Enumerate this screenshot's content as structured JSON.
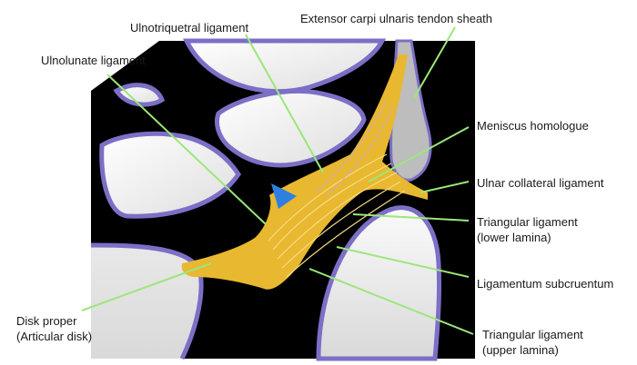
{
  "labels": {
    "ulnotriquetral": "Ulnotriquetral ligament",
    "extensor": "Extensor carpi ulnaris tendon sheath",
    "ulnolunate": "Ulnolunate ligament",
    "meniscus": "Meniscus homologue",
    "ulnar_collateral": "Ulnar collateral ligament",
    "tri_lower_1": "Triangular ligament",
    "tri_lower_2": "(lower lamina)",
    "subcruentum": "Ligamentum subcruentum",
    "tri_upper_1": "Triangular ligament",
    "tri_upper_2": "(upper lamina)",
    "disk_1": "Disk proper",
    "disk_2": "(Articular disk)"
  },
  "colors": {
    "background": "#000000",
    "bone": "#f3f3f3",
    "bone_outline": "#7b6fc6",
    "ligament": "#e8b830",
    "leader_line": "#9be77a",
    "marker": "#2f7fe0",
    "dashed": "#c9a6e8"
  },
  "icons": {
    "marker": "blue-triangle-marker"
  }
}
